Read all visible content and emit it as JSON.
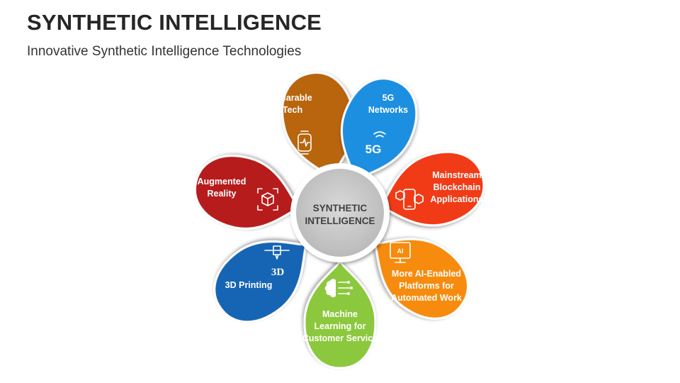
{
  "header": {
    "title": "SYNTHETIC INTELLIGENCE",
    "subtitle": "Innovative Synthetic Intelligence Technologies"
  },
  "center": {
    "line1": "SYNTHETIC",
    "line2": "INTELLIGENCE",
    "color": "#BFBFBF"
  },
  "petals": [
    {
      "lines": [
        "Wearable",
        "Tech"
      ],
      "icon": "smartwatch-icon",
      "color": "#B8650F"
    },
    {
      "lines": [
        "5G",
        "Networks"
      ],
      "icon": "5g-signal-icon",
      "icon_text": "5G",
      "color": "#1E8FE1"
    },
    {
      "lines": [
        "Mainstream",
        "Blockchain",
        "Applications"
      ],
      "icon": "mobile-blockchain-icon",
      "color": "#F03A12"
    },
    {
      "lines": [
        "More AI-Enabled",
        "Platforms for",
        "Automated Work"
      ],
      "icon": "ai-monitor-icon",
      "icon_text": "AI",
      "color": "#F68B0F"
    },
    {
      "lines": [
        "Machine",
        "Learning for",
        "Customer Service"
      ],
      "icon": "brain-circuit-icon",
      "color": "#8CC83D"
    },
    {
      "lines": [
        "3D Printing"
      ],
      "icon": "3d-printer-icon",
      "icon_text": "3D",
      "color": "#1565B4"
    },
    {
      "lines": [
        "Augmented",
        "Reality"
      ],
      "icon": "ar-cube-icon",
      "color": "#B71C1C"
    }
  ]
}
